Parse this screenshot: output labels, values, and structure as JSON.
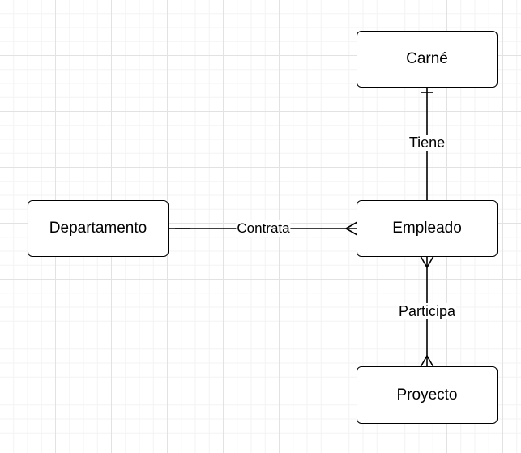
{
  "diagram": {
    "type": "entity-relationship",
    "entities": {
      "carne": "Carné",
      "departamento": "Departamento",
      "empleado": "Empleado",
      "proyecto": "Proyecto"
    },
    "relationships": [
      {
        "label": "Tiene",
        "from": "Empleado",
        "to": "Carné",
        "from_end": "none",
        "to_end": "one"
      },
      {
        "label": "Contrata",
        "from": "Departamento",
        "to": "Empleado",
        "from_end": "one",
        "to_end": "many"
      },
      {
        "label": "Participa",
        "from": "Empleado",
        "to": "Proyecto",
        "from_end": "many",
        "to_end": "many"
      }
    ],
    "colors": {
      "background": "#ffffff",
      "grid": "#e2e2e2",
      "stroke": "#000000"
    }
  }
}
